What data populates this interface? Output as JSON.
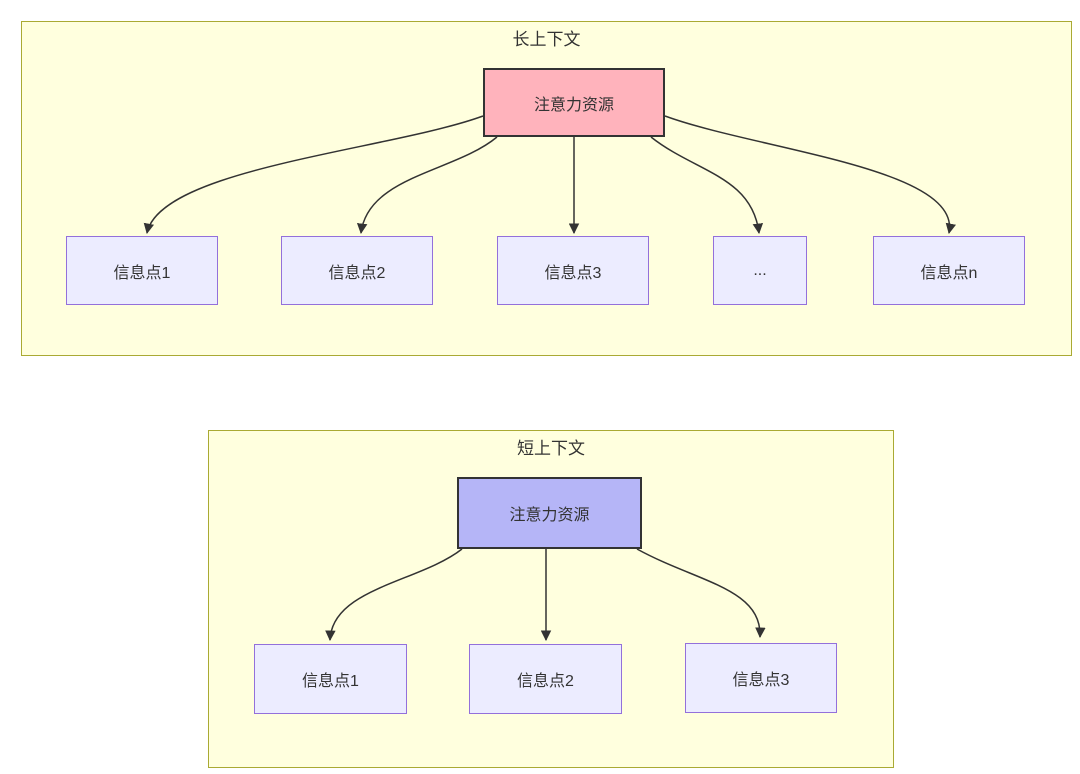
{
  "diagram": {
    "long_context": {
      "title": "长上下文",
      "root_label": "注意力资源",
      "children": [
        "信息点1",
        "信息点2",
        "信息点3",
        "...",
        "信息点n"
      ]
    },
    "short_context": {
      "title": "短上下文",
      "root_label": "注意力资源",
      "children": [
        "信息点1",
        "信息点2",
        "信息点3"
      ]
    },
    "colors": {
      "cluster_fill": "#ffffde",
      "cluster_border": "#aaaa33",
      "node_fill": "#ececff",
      "node_border": "#9370db",
      "long_root_fill": "#ffb3bc",
      "short_root_fill": "#b5b5f7",
      "root_border": "#333333",
      "arrow": "#333333",
      "text": "#333333"
    }
  }
}
